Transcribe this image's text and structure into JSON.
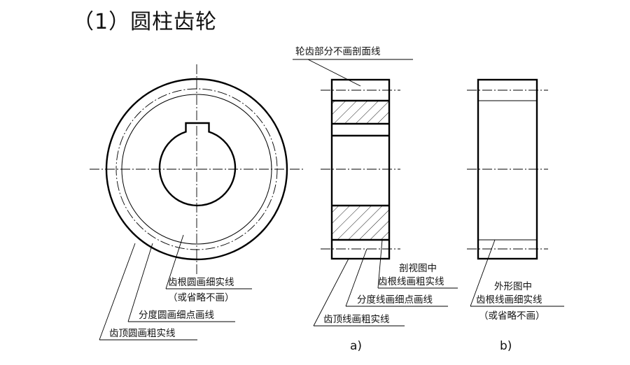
{
  "title": "（1）圆柱齿轮",
  "labels": {
    "gear_no_hatch": "轮齿部分不画剖面线",
    "root_circle_thin": "齿根圆画细实线",
    "root_circle_omit": "（或省略不画）",
    "pitch_circle": "分度圆画细点画线",
    "tip_circle": "齿顶圆画粗实线",
    "section_view": "剖视图中",
    "root_line_thick": "齿根线画粗实线",
    "pitch_line": "分度线画细点画线",
    "tip_line": "齿顶线画粗实线",
    "outer_view": "外形图中",
    "root_line_thin": "齿根线画细实线",
    "root_line_omit": "（或省略不画）"
  },
  "captions": {
    "a": "a)",
    "b": "b)"
  }
}
